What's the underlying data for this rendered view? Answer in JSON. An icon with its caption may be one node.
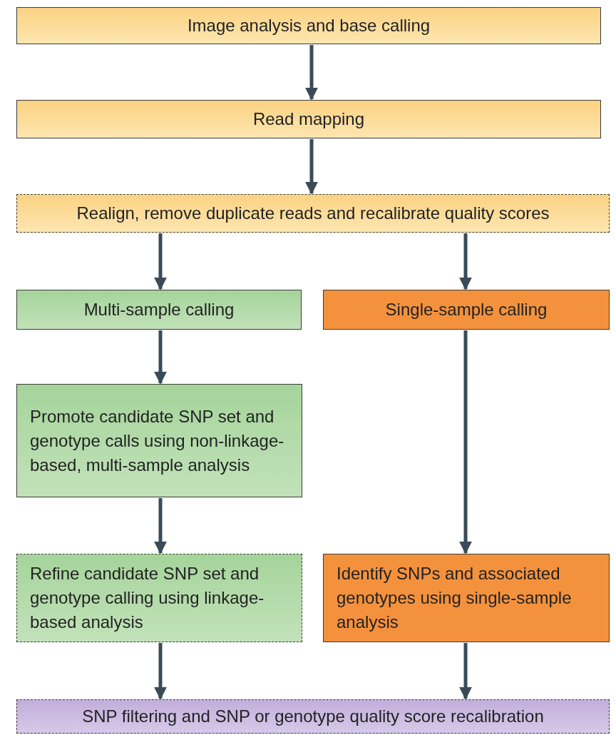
{
  "diagram": {
    "nodes": [
      {
        "text": [
          "Image analysis and base calling"
        ]
      },
      {
        "text": [
          "Read mapping"
        ]
      },
      {
        "text": [
          "Realign, remove duplicate reads and recalibrate quality scores"
        ]
      },
      {
        "text": [
          "Multi-sample calling"
        ]
      },
      {
        "text": [
          "Single-sample calling"
        ]
      },
      {
        "text": [
          "Promote candidate SNP set and genotype calls using non-linkage-based, multi-sample analysis"
        ]
      },
      {
        "text": [
          "Refine candidate SNP set and genotype calling using linkage-based analysis"
        ]
      },
      {
        "text": [
          "Identify SNPs and associated genotypes using single-sample analysis"
        ]
      },
      {
        "text": [
          "SNP filtering and SNP or genotype quality score recalibration"
        ]
      }
    ],
    "edges": [
      {
        "from": 0,
        "to": 1,
        "arrow": "to"
      },
      {
        "from": 1,
        "to": 2,
        "arrow": "to"
      },
      {
        "from": 2,
        "to": 3,
        "arrow": "to"
      },
      {
        "from": 2,
        "to": 4,
        "arrow": "to"
      },
      {
        "from": 3,
        "to": 5,
        "arrow": "to"
      },
      {
        "from": 5,
        "to": 6,
        "arrow": "to"
      },
      {
        "from": 4,
        "to": 7,
        "arrow": "to"
      },
      {
        "from": 6,
        "to": 8,
        "arrow": "to"
      },
      {
        "from": 7,
        "to": 8,
        "arrow": "to"
      }
    ]
  }
}
